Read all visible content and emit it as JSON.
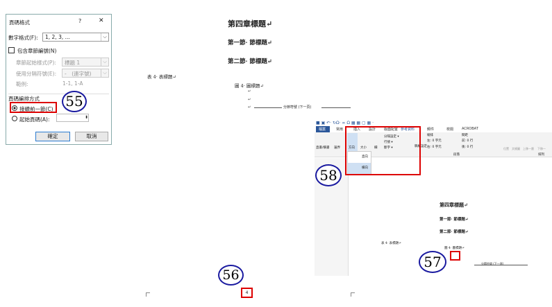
{
  "dialog": {
    "title": "頁碼格式",
    "help": "?",
    "close": "✕",
    "number_format_label": "數字格式(F):",
    "number_format_value": "1, 2, 3, ...",
    "include_chapter_label": "包含章節編號(N)",
    "chapter_style_label": "章節起始樣式(P):",
    "chapter_style_value": "標題 1",
    "separator_label": "使用分隔符號(E):",
    "separator_value": "-　(連字號)",
    "example_label": "範例:",
    "example_value": "1-1, 1-A",
    "numbering_group": "頁碼編排方式",
    "continue_label": "接續前一節(C)",
    "start_at_label": "起始頁碼(A):",
    "ok": "確定",
    "cancel": "取消"
  },
  "annotations": {
    "a55": "55",
    "a56": "56",
    "a57": "57",
    "a58": "58"
  },
  "doc": {
    "chapter": "第四章標題↵",
    "sec1": "第一節· 節標題↵",
    "sec2": "第二節· 節標題↵",
    "table_cap": "表 4· 表標題↵",
    "fig_cap": "圖 4· 圖標題↵",
    "para": "↵",
    "section_break": "分節符號 (下一頁)",
    "page_number": "4"
  },
  "word": {
    "tabs": [
      "檔案",
      "常用",
      "插入",
      "設計",
      "版面配置",
      "參考資料",
      "郵件",
      "校閱",
      "ACROBAT"
    ],
    "ribbon": {
      "text_direction": "直書/橫書",
      "margins": "邊界",
      "orientation": "方向",
      "size": "大小",
      "columns": "欄",
      "breaks": "分隔設定 ▾",
      "line_numbers": "行號 ▾",
      "hyphenation": "斷字 ▾",
      "indent": "縮排",
      "spacing": "間距",
      "left": "左: 0 字元",
      "right": "右: 0 字元",
      "before": "前: 0 行",
      "after": "後: 0 行",
      "paragraph_group": "段落",
      "arrange_group": "排列",
      "position": "位置",
      "wrap": "文繞圖",
      "forward": "上移一層",
      "backward": "下移一",
      "manuscript": "稿紙設定"
    },
    "orientation_options": [
      "直向",
      "橫向"
    ]
  },
  "colors": {
    "accent": "#2b579a",
    "red": "#dd0000",
    "circle": "#1a1aa0"
  }
}
